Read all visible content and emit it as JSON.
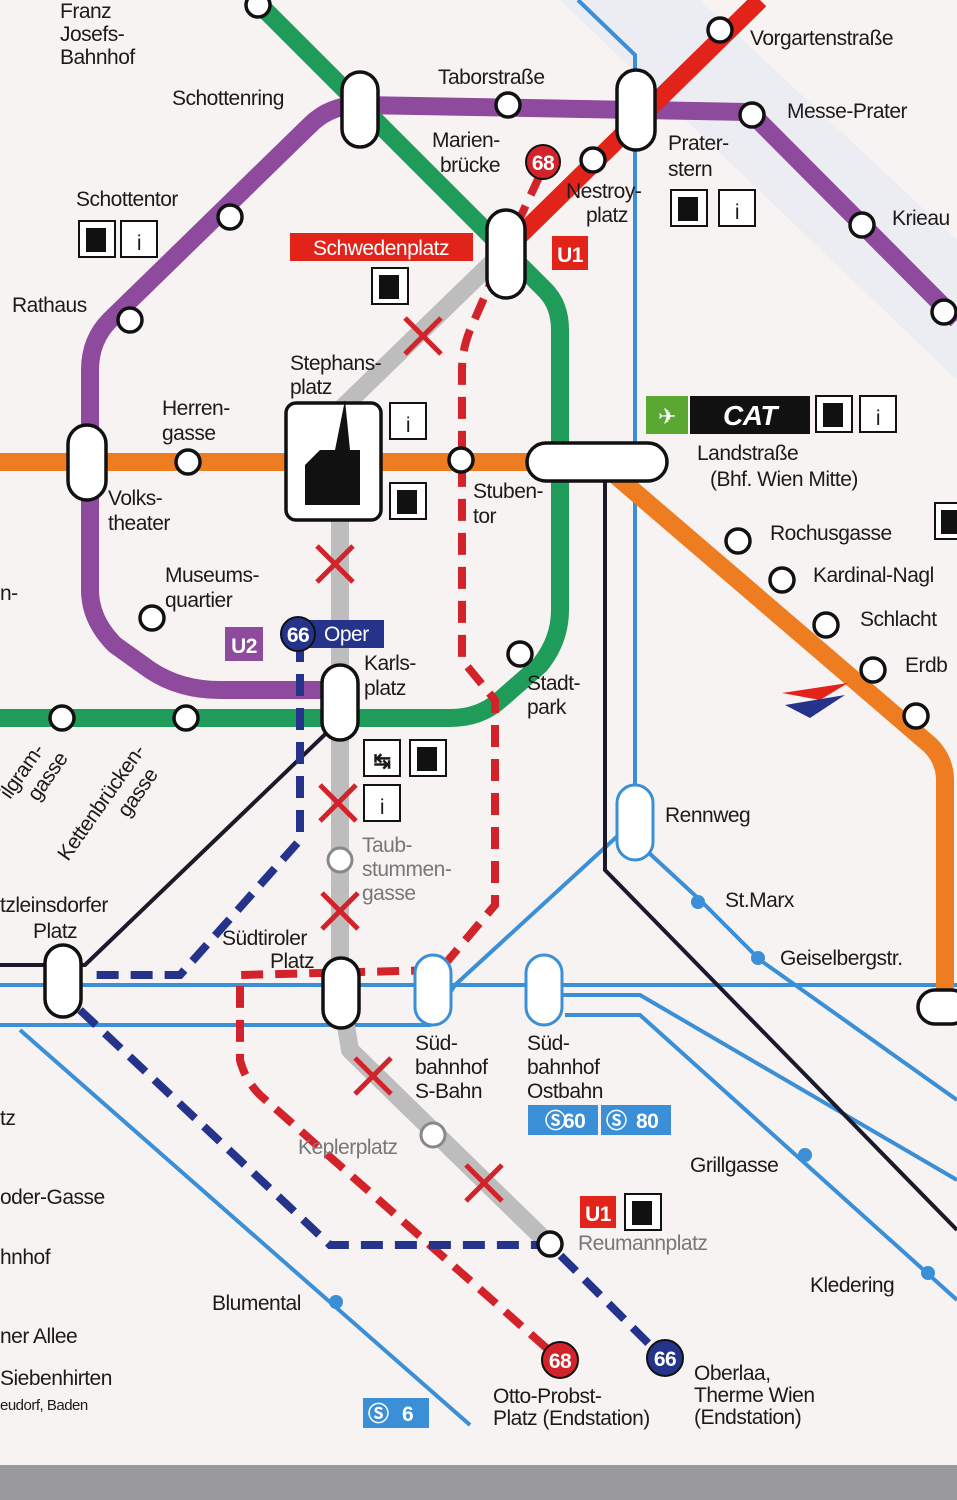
{
  "colors": {
    "u1": "#e2231a",
    "u2": "#8e4a9c",
    "u3": "#ee7d22",
    "u4": "#1f9b5a",
    "sbahn": "#3a8fd6",
    "tram66": "#25348a",
    "tram68": "#d2232a",
    "closed": "#bdbdbd",
    "background": "#f7f3f2"
  },
  "stations": {
    "franz_josefs_bahnhof": [
      "Franz",
      "Josefs-",
      "Bahnhof"
    ],
    "schottenring": "Schottenring",
    "taborstrasse": "Taborstraße",
    "vorgartenstrasse": "Vorgartenstraße",
    "messe_prater": "Messe-Prater",
    "krieau": "Krieau",
    "marienbruecke": [
      "Marien-",
      "brücke"
    ],
    "nestroyplatz": [
      "Nestroy-",
      "platz"
    ],
    "praterstern": [
      "Prater-",
      "stern"
    ],
    "schottentor": "Schottentor",
    "schwedenplatz": "Schwedenplatz",
    "rathaus": "Rathaus",
    "stephansplatz": [
      "Stephans-",
      "platz"
    ],
    "herrengasse": [
      "Herren-",
      "gasse"
    ],
    "volkstheater": [
      "Volks-",
      "theater"
    ],
    "stubentor": [
      "Stuben-",
      "tor"
    ],
    "landstrasse": [
      "Landstraße",
      "(Bhf. Wien Mitte)"
    ],
    "rochusgasse": "Rochusgasse",
    "kardinal_nagl": "Kardinal-Nagl",
    "schlachthausgasse": "Schlacht",
    "erdberg": "Erdb",
    "museumsquartier": [
      "Museums-",
      "quartier"
    ],
    "oper": "Oper",
    "karlsplatz": [
      "Karls-",
      "platz"
    ],
    "stadtpark": [
      "Stadt-",
      "park"
    ],
    "pilgramgasse": [
      "ilgram-",
      "gasse"
    ],
    "kettenbrueckengasse": [
      "Kettenbrücken-",
      "gasse"
    ],
    "taubstummengasse": [
      "Taub-",
      "stummen-",
      "gasse"
    ],
    "rennweg": "Rennweg",
    "st_marx": "St.Marx",
    "geiselbergstrasse": "Geiselbergstr.",
    "matzleinsdorfer_platz": [
      "tzleinsdorfer",
      "Platz"
    ],
    "suedtiroler_platz": [
      "Südtiroler",
      "Platz"
    ],
    "suedbahnhof_sbahn": [
      "Süd-",
      "bahnhof",
      "S-Bahn"
    ],
    "suedbahnhof_ostbahn": [
      "Süd-",
      "bahnhof",
      "Ostbahn"
    ],
    "keplerplatz": "Keplerplatz",
    "grillgasse": "Grillgasse",
    "reumannplatz": "Reumannplatz",
    "kledering": "Kledering",
    "blumental": "Blumental",
    "left_tz": "tz",
    "left_oder_gasse": "oder-Gasse",
    "left_bahnhof": "hnhof",
    "left_allee": "ner Allee",
    "siebenhirten": "Siebenhirten",
    "left_baden": "eudorf, Baden",
    "left_n": "n-",
    "otto_probst_platz": [
      "Otto-Probst-",
      "Platz (Endstation)"
    ],
    "oberlaa": [
      "Oberlaa,",
      "Therme Wien",
      "(Endstation)"
    ]
  },
  "badges": {
    "u1": "U1",
    "u2": "U2",
    "tram68": "68",
    "tram66": "66",
    "cat": "CAT",
    "s60": "60",
    "s80": "80",
    "s6": "6",
    "info": "i"
  }
}
